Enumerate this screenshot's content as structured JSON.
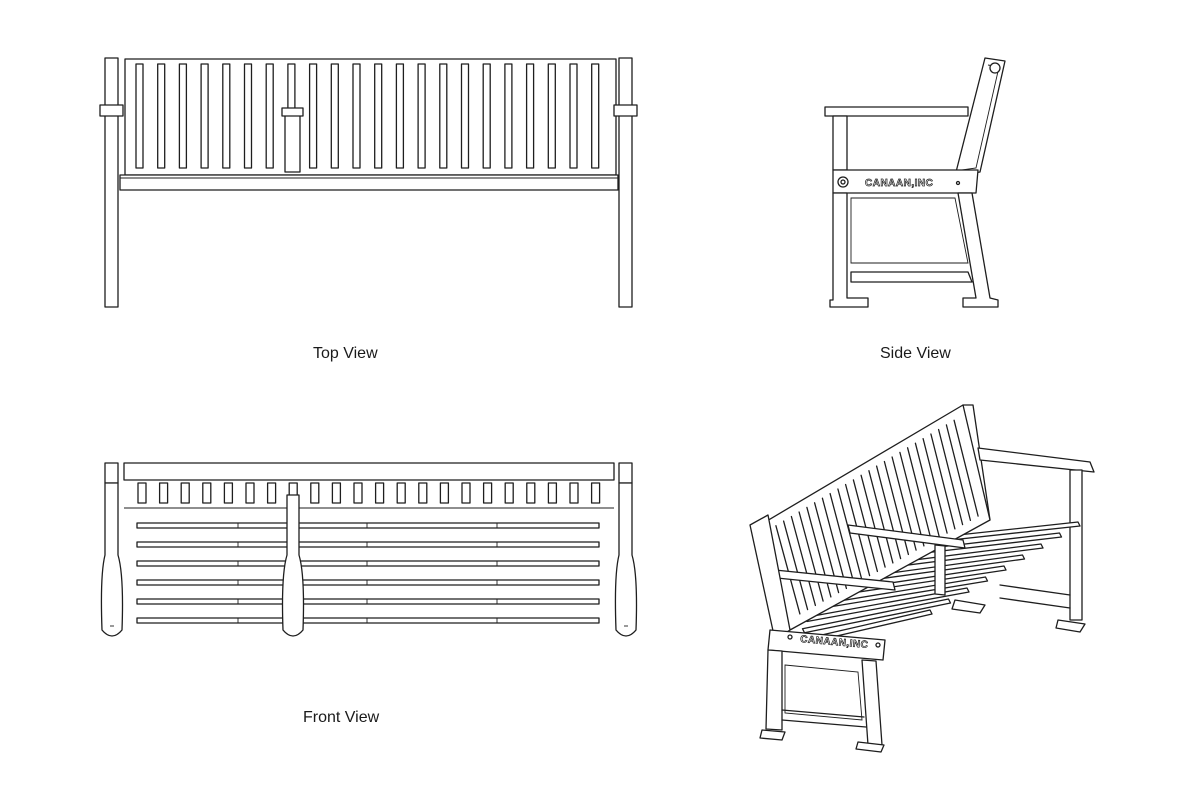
{
  "views": {
    "top": {
      "label": "Top View"
    },
    "side": {
      "label": "Side View"
    },
    "front": {
      "label": "Front View"
    },
    "perspective": {
      "label": ""
    }
  },
  "brand_text": "CANAAN,INC",
  "colors": {
    "line": "#1e1e1e",
    "background": "#ffffff"
  }
}
